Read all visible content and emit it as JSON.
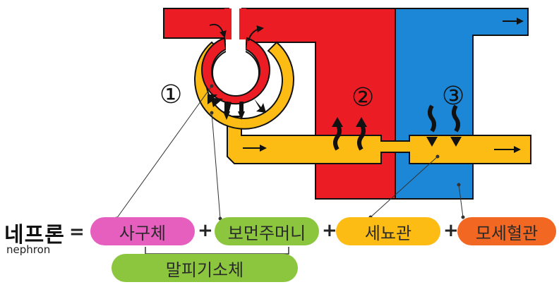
{
  "title": {
    "korean": "네프론",
    "english": "nephron"
  },
  "equation": {
    "equals": "=",
    "plus": "+"
  },
  "parts": {
    "glomerulus": "사구체",
    "bowmans_capsule": "보먼주머니",
    "renal_tubule": "세뇨관",
    "capillary": "모세혈관"
  },
  "renal_corpuscle": "말피기소체",
  "step_numbers": {
    "filtration": "①",
    "reabsorption": "②",
    "secretion": "③"
  },
  "colors": {
    "artery_red": "#ec1c24",
    "vein_blue": "#1b87d6",
    "tubule_yellow": "#fdbc13",
    "glomerulus_pink": "#e65fbf",
    "capsule_green": "#8cc63f",
    "tubule_pill_yellow": "#fdbc13",
    "capillary_orange": "#f26722",
    "corpuscle_green": "#8cc63f"
  }
}
